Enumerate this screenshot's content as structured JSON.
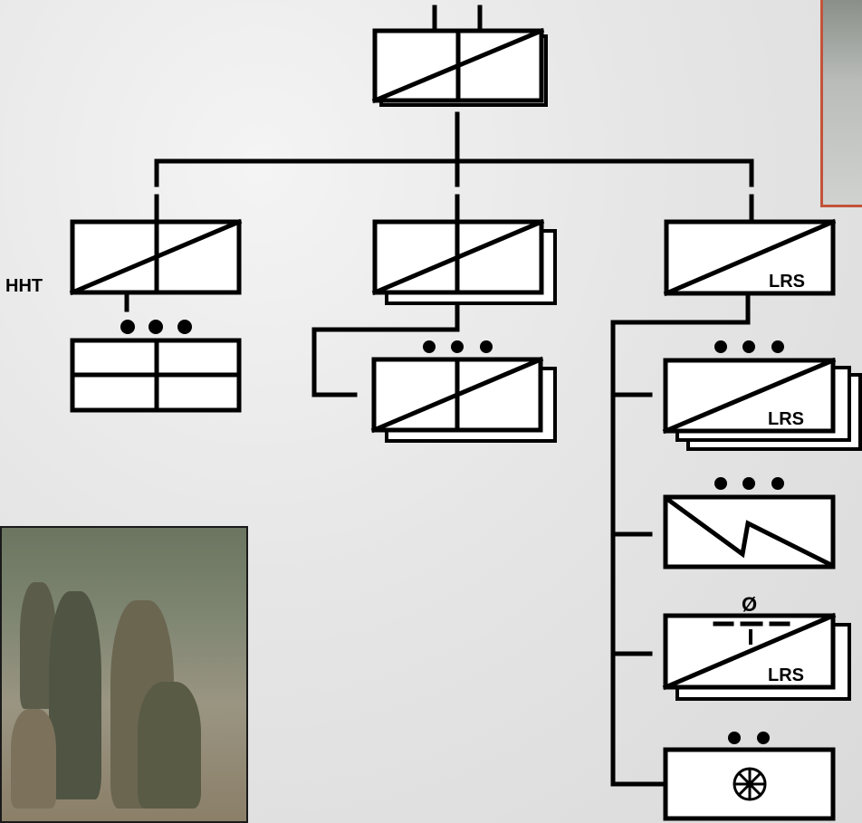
{
  "diagram": {
    "labels": {
      "hht": "HHT",
      "lrs_1": "LRS",
      "lrs_2": "LRS",
      "lrs_3": "LRS",
      "null_symbol": "Ø"
    }
  },
  "colors": {
    "line": "#000000",
    "box_fill": "#ffffff",
    "photo_border": "#c2543a"
  }
}
